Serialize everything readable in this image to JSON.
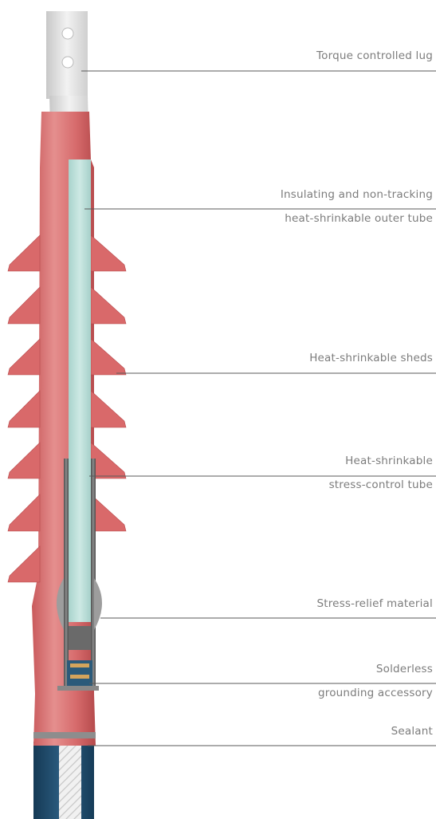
{
  "callouts": [
    {
      "lines": [
        "Torque controlled lug"
      ],
      "icon": "lug"
    },
    {
      "lines": [
        "Insulating and non-tracking",
        "heat-shrinkable outer tube"
      ],
      "icon": "outer-tube"
    },
    {
      "lines": [
        "Heat-shrinkable sheds"
      ],
      "icon": "sheds"
    },
    {
      "lines": [
        "Heat-shrinkable",
        "stress-control tube"
      ],
      "icon": "stress-control-tube"
    },
    {
      "lines": [
        "Stress-relief material"
      ],
      "icon": "stress-relief"
    },
    {
      "lines": [
        "Solderless",
        "grounding accessory"
      ],
      "icon": "grounding"
    },
    {
      "lines": [
        "Sealant"
      ],
      "icon": "sealant"
    }
  ],
  "colors": {
    "sleeve_red": "#d9696a",
    "sleeve_red_dark": "#b84a4c",
    "sleeve_red_light": "#eaa4a2",
    "insulation_mint": "#bfe2dc",
    "cable_blue": "#1f4a6a",
    "lug_silver": "#dedede",
    "leader_line": "#5a5a5a",
    "text_gray": "#7c7c7c"
  }
}
